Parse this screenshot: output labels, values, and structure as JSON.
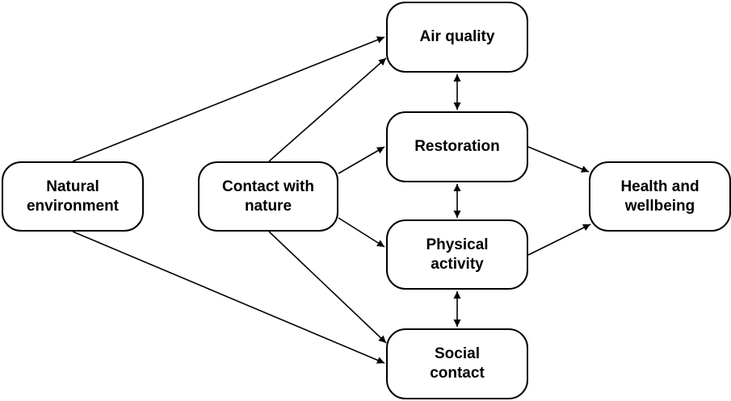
{
  "nodes": {
    "natural_environment": "Natural\nenvironment",
    "contact_with_nature": "Contact with\nnature",
    "air_quality": "Air quality",
    "restoration": "Restoration",
    "physical_activity": "Physical\nactivity",
    "social_contact": "Social\ncontact",
    "health_and_wellbeing": "Health and\nwellbeing"
  },
  "edges": [
    {
      "from": "natural_environment",
      "to": "air_quality",
      "type": "directed"
    },
    {
      "from": "natural_environment",
      "to": "social_contact",
      "type": "directed"
    },
    {
      "from": "contact_with_nature",
      "to": "air_quality",
      "type": "directed"
    },
    {
      "from": "contact_with_nature",
      "to": "restoration",
      "type": "directed"
    },
    {
      "from": "contact_with_nature",
      "to": "physical_activity",
      "type": "directed"
    },
    {
      "from": "contact_with_nature",
      "to": "social_contact",
      "type": "directed"
    },
    {
      "from": "restoration",
      "to": "health_and_wellbeing",
      "type": "directed"
    },
    {
      "from": "physical_activity",
      "to": "health_and_wellbeing",
      "type": "directed"
    },
    {
      "from": "air_quality",
      "to": "restoration",
      "type": "bidirectional"
    },
    {
      "from": "restoration",
      "to": "physical_activity",
      "type": "bidirectional"
    },
    {
      "from": "physical_activity",
      "to": "social_contact",
      "type": "bidirectional"
    }
  ],
  "colors": {
    "stroke": "#000000",
    "box_fill": "#ffffff",
    "text": "#000000"
  }
}
